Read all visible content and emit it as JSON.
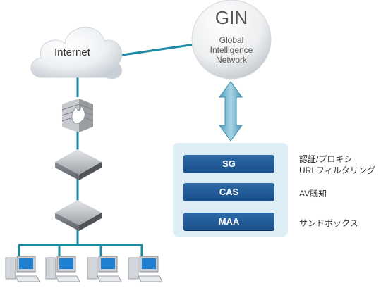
{
  "internet": {
    "label": "Internet"
  },
  "gin": {
    "title": "GIN",
    "subtitle": [
      "Global",
      "Intelligence",
      "Network"
    ]
  },
  "modules": [
    {
      "label": "SG",
      "descriptions": [
        "認証/プロキシ",
        "URLフィルタリング"
      ]
    },
    {
      "label": "CAS",
      "descriptions": [
        "AV既知"
      ]
    },
    {
      "label": "MAA",
      "descriptions": [
        "サンドボックス"
      ]
    }
  ],
  "colors": {
    "network_line": "#1d8aa3",
    "panel_bg": "#deeef7",
    "module_blue": "#1f5a96",
    "arrow": "#6ab0c9"
  }
}
